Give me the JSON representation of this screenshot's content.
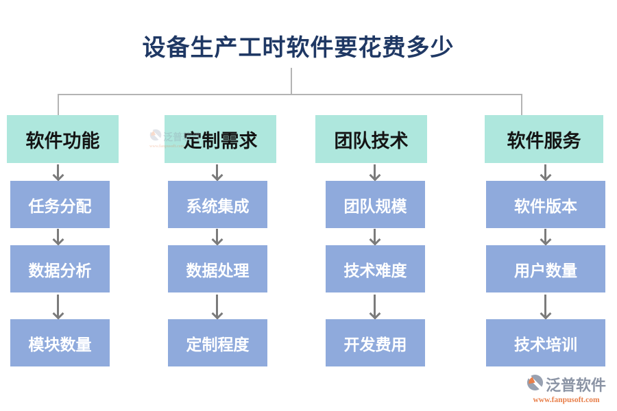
{
  "title": "设备生产工时软件要花费多少",
  "columns": [
    {
      "header": "软件功能",
      "items": [
        "任务分配",
        "数据分析",
        "模块数量"
      ]
    },
    {
      "header": "定制需求",
      "items": [
        "系统集成",
        "数据处理",
        "定制程度"
      ]
    },
    {
      "header": "团队技术",
      "items": [
        "团队规模",
        "技术难度",
        "开发费用"
      ]
    },
    {
      "header": "软件服务",
      "items": [
        "软件版本",
        "用户数量",
        "技术培训"
      ]
    }
  ],
  "branding": {
    "name": "泛普软件",
    "url": "www.fanpusoft.com"
  },
  "colors": {
    "title_text": "#1f3864",
    "header_bg": "#aee7dd",
    "header_text": "#141414",
    "item_bg": "#8faadc",
    "item_text": "#ffffff",
    "connector_line": "#b3b3b3",
    "arrow": "#7b7b7b",
    "brand_gray": "#8b94a5",
    "brand_orange": "#e87f4a"
  }
}
